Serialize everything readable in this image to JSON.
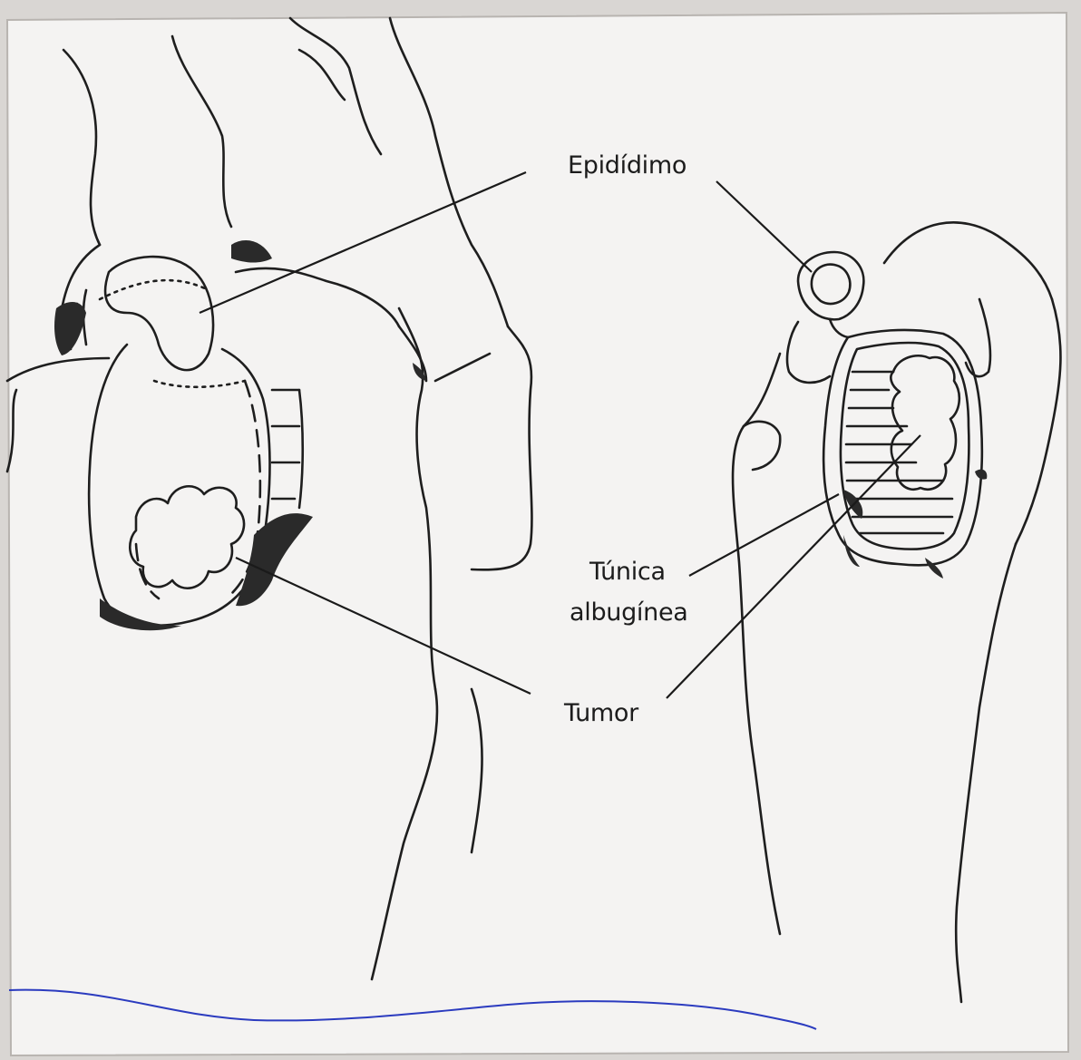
{
  "labels": {
    "epididimo": "Epidídimo",
    "tunica_line1": "Túnica",
    "tunica_line2": "albugínea",
    "tumor": "Tumor"
  },
  "colors": {
    "paper": "#f4f3f2",
    "ink": "#1e1e1e",
    "pen_line": "#2b3bbf",
    "background": "#d9d6d3"
  }
}
